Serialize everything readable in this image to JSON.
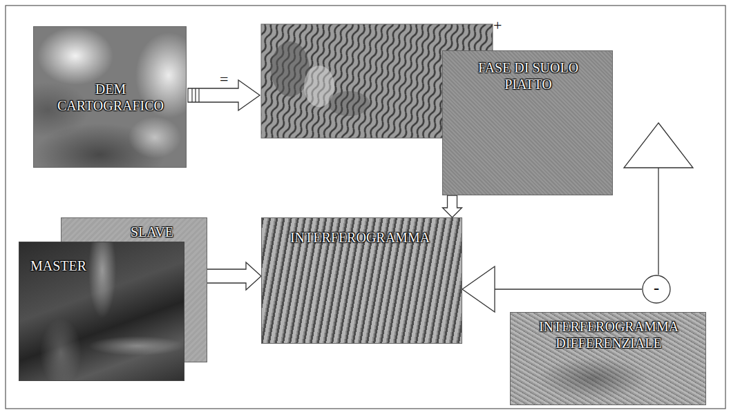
{
  "diagram": {
    "nodes": [
      {
        "text": [
          "DEM CARTOGRAFICO"
        ]
      },
      {
        "text": [
          "FASE DI SUOLO PIATTO"
        ]
      },
      {
        "text": [
          "SLAVE"
        ]
      },
      {
        "text": [
          "MASTER"
        ]
      },
      {
        "text": [
          "INTERFEROGRAMMA"
        ]
      },
      {
        "text": [
          "-"
        ]
      },
      {
        "text": [
          "INTERFEROGRAMMA DIFFERENZIALE"
        ]
      }
    ],
    "edges": [
      {
        "from": 1,
        "to": 4,
        "arrow": "to"
      },
      {
        "from": 3,
        "to": 4,
        "arrow": "to"
      },
      {
        "from": 5,
        "to": 4,
        "arrow": "to"
      },
      {
        "from": 5,
        "to": 1,
        "arrow": "to"
      }
    ],
    "labels": [
      "=",
      "+"
    ]
  }
}
